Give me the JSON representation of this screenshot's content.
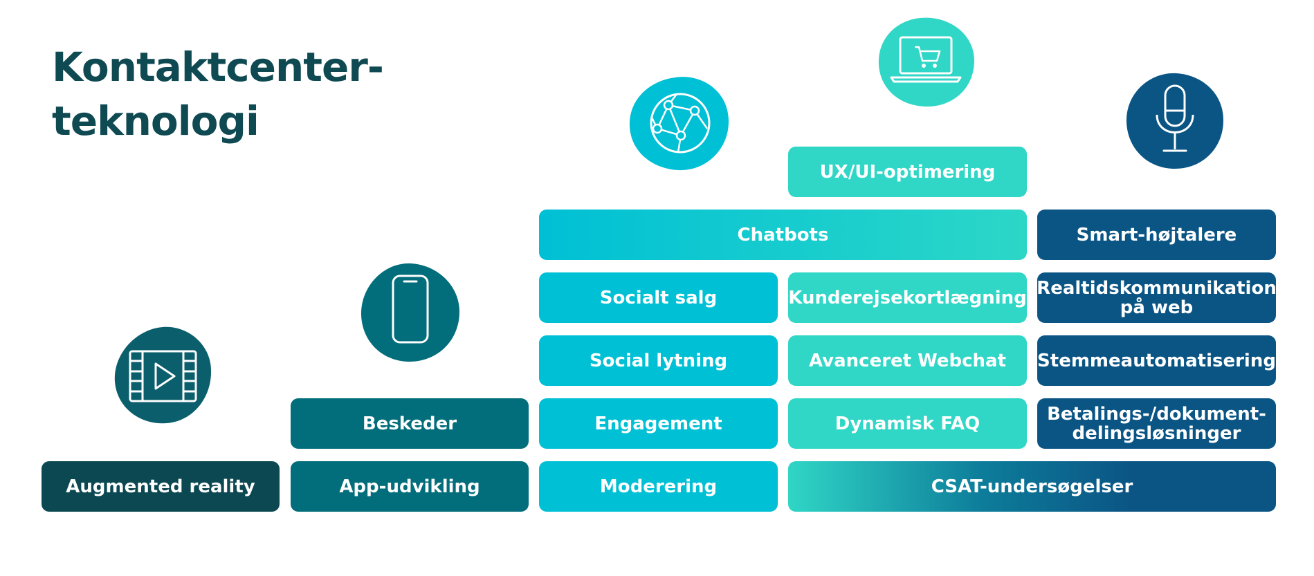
{
  "title": {
    "line1": "Kontaktcenter-",
    "line2": "teknologi"
  },
  "columns": [
    {
      "icon": "film-play-icon",
      "items": [
        "Augmented reality"
      ]
    },
    {
      "icon": "smartphone-icon",
      "items": [
        "Beskeder",
        "App-udvikling"
      ]
    },
    {
      "icon": "globe-network-icon",
      "items": [
        "Socialt salg",
        "Social lytning",
        "Engagement",
        "Moderering"
      ]
    },
    {
      "icon": "laptop-cart-icon",
      "items": [
        "UX/UI-optimering",
        "Kunderejsekortlægning",
        "Avanceret Webchat",
        "Dynamisk FAQ"
      ]
    },
    {
      "icon": "microphone-icon",
      "items": [
        "Smart-højtalere",
        "Realtidskommunikation på web",
        "Stemmeautomatisering",
        "Betalings-/dokument-delingsløsninger"
      ]
    }
  ],
  "spanning": {
    "chatbots": "Chatbots",
    "csat": "CSAT-undersøgelser"
  },
  "colors": {
    "title": "#0f4a52",
    "dark": "#0c4852",
    "teal": "#036e7b",
    "cyan": "#00c0d5",
    "mint": "#30d6c6",
    "navy": "#0b5585"
  }
}
